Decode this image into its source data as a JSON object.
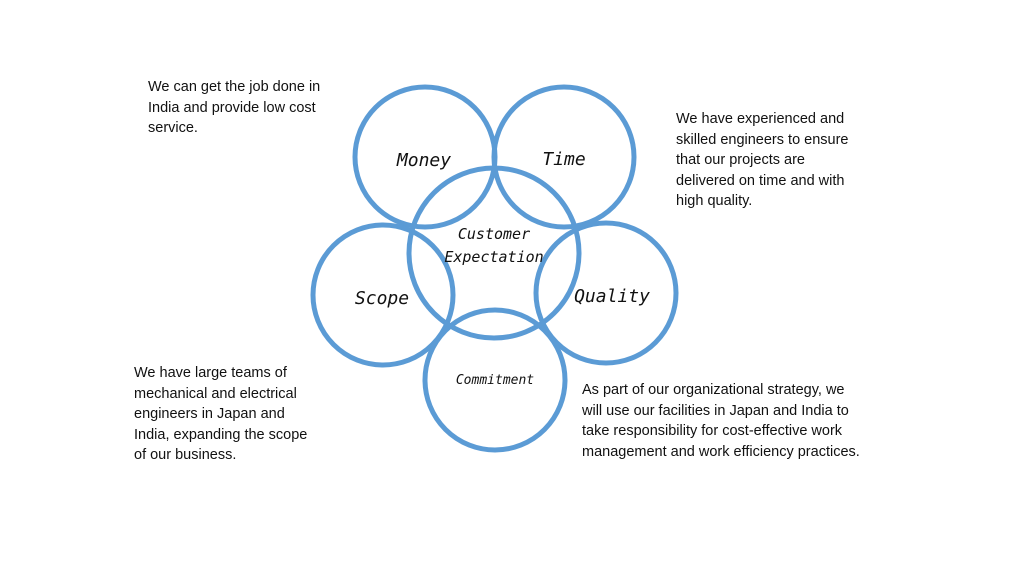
{
  "colors": {
    "circle_stroke": "#5b9bd5"
  },
  "circles": {
    "money": "Money",
    "time": "Time",
    "center_line1": "Customer",
    "center_line2": "Expectation",
    "scope": "Scope",
    "quality": "Quality",
    "commitment": "Commitment"
  },
  "notes": {
    "money": "We can get the job done in\nIndia and provide low cost\nservice.",
    "time_quality": "We have experienced and\nskilled engineers to ensure\nthat our projects are\ndelivered on time and with\nhigh quality.",
    "scope": "We have large teams of\nmechanical and electrical\nengineers in Japan and\nIndia, expanding the scope\nof our business.",
    "commitment": "As part of our organizational strategy, we\nwill use our facilities in Japan and India to\ntake responsibility for cost-effective work\nmanagement and work efficiency practices."
  }
}
